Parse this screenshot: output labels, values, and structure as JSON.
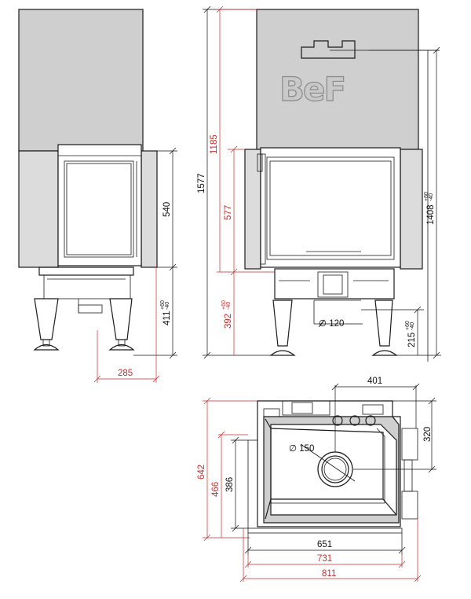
{
  "logo": {
    "text": "BeF"
  },
  "front_view": {
    "dim_height_door": "540",
    "dim_leg_height": "411",
    "dim_leg_tol_plus": "+60",
    "dim_leg_tol_minus": "-40",
    "dim_depth": "285"
  },
  "side_view": {
    "dim_total_height": "1577",
    "dim_body_height": "1185",
    "dim_door_height": "577",
    "dim_base_height": "392",
    "dim_base_tol_plus": "+60",
    "dim_base_tol_minus": "-40",
    "dim_flue_height": "1408",
    "dim_flue_tol_plus": "+60",
    "dim_flue_tol_minus": "-40",
    "dim_air_diameter": "∅ 120",
    "dim_air_height": "215",
    "dim_air_tol_plus": "+60",
    "dim_air_tol_minus": "-40"
  },
  "plan_view": {
    "dim_offset_x": "401",
    "dim_offset_y": "320",
    "dim_flue_diameter": "∅ 150",
    "dim_depth_outer": "642",
    "dim_depth_mid": "466",
    "dim_depth_inner": "386",
    "dim_width_inner": "651",
    "dim_width_mid": "731",
    "dim_width_outer": "811"
  },
  "colors": {
    "dimension_red": "#cc2a2a",
    "dimension_black": "#111111",
    "body_grey": "#cfcfcf"
  }
}
